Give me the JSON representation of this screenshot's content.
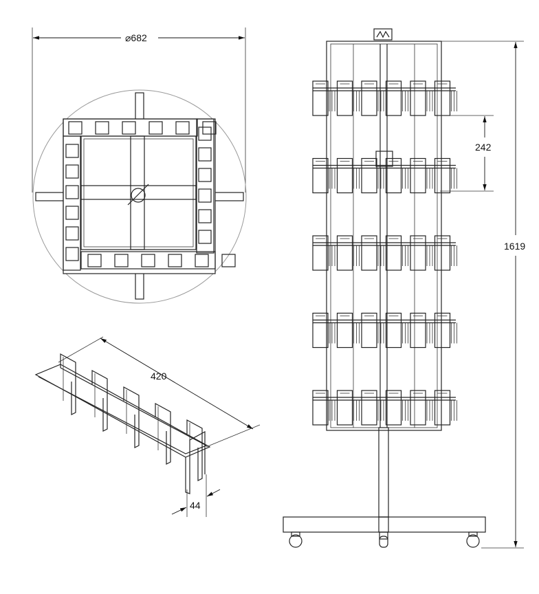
{
  "dimensions": {
    "diameter": "⌀682",
    "basket_length": "420",
    "basket_depth": "44",
    "shelf_spacing": "242",
    "total_height": "1619"
  },
  "views": {
    "top": {
      "pockets_per_side": 6
    },
    "front": {
      "shelf_count": 5,
      "pockets_per_shelf": 6
    },
    "basket": {
      "dividers": 5
    }
  }
}
